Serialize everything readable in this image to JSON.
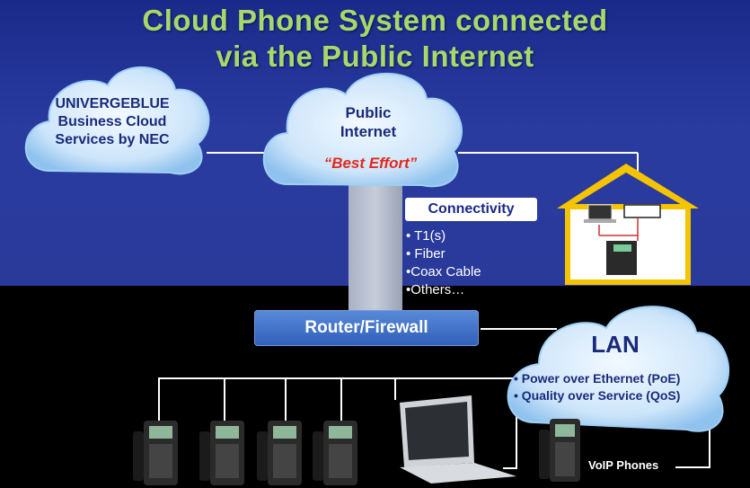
{
  "title": {
    "line1": "Cloud Phone System connected",
    "line2": "via the Public Internet"
  },
  "cloud_nec": {
    "line1": "UNIVERGEBLUE",
    "line2": "Business Cloud",
    "line3": "Services by NEC"
  },
  "cloud_internet": {
    "line1": "Public",
    "line2": "Internet",
    "note": "“Best Effort”"
  },
  "connectivity": {
    "heading": "Connectivity",
    "items": [
      "• T1(s)",
      "• Fiber",
      "•Coax Cable",
      "•Others…"
    ]
  },
  "router": {
    "label": "Router/Firewall"
  },
  "lan": {
    "title": "LAN",
    "items": [
      "• Power over Ethernet (PoE)",
      "• Quality over Service (QoS)"
    ]
  },
  "voip_label": "VoIP Phones",
  "colors": {
    "title": "#a8d86a",
    "background_top": "#2a3ba0",
    "cloud_fill": "#cfe6fb",
    "house_frame": "#f5c400",
    "router": "#3a6cc4",
    "best_effort": "#e4281c"
  },
  "icons": [
    "cloud-icon",
    "house-icon",
    "desk-phone-icon",
    "laptop-icon"
  ]
}
